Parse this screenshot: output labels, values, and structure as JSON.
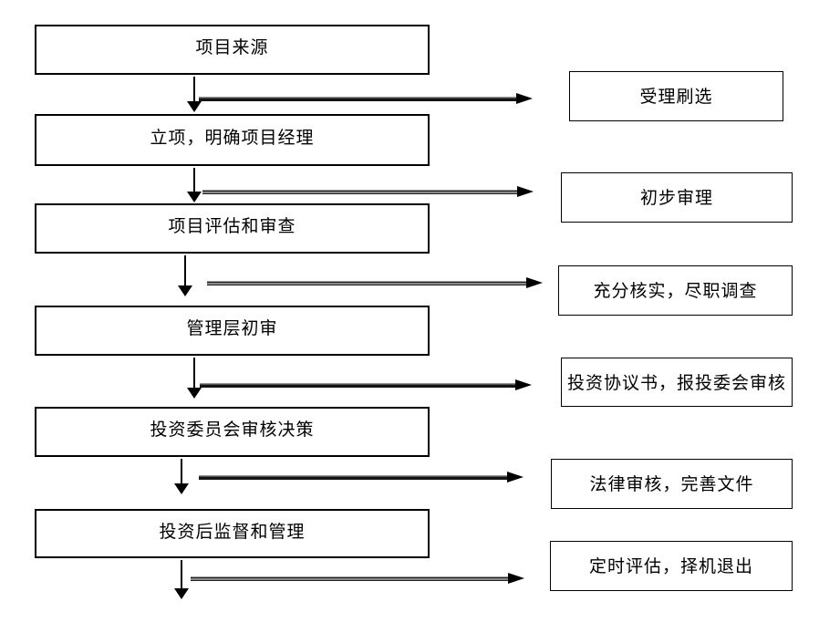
{
  "diagram": {
    "type": "flowchart",
    "direction": "top-to-bottom",
    "left_nodes": [
      {
        "label": "项目来源"
      },
      {
        "label": "立项，明确项目经理"
      },
      {
        "label": "项目评估和审查"
      },
      {
        "label": "管理层初审"
      },
      {
        "label": "投资委员会审核决策"
      },
      {
        "label": "投资后监督和管理"
      }
    ],
    "right_nodes": [
      {
        "label": "受理刷选"
      },
      {
        "label": "初步审理"
      },
      {
        "label": "充分核实，尽职调查"
      },
      {
        "label": "投资协议书，报投委会审核"
      },
      {
        "label": "法律审核，完善文件"
      },
      {
        "label": "定时评估，择机退出"
      }
    ],
    "colors": {
      "background": "#ffffff",
      "box_border": "#000000",
      "text": "#000000",
      "arrow": "#141414",
      "arrow_shadow": "#909090"
    }
  }
}
